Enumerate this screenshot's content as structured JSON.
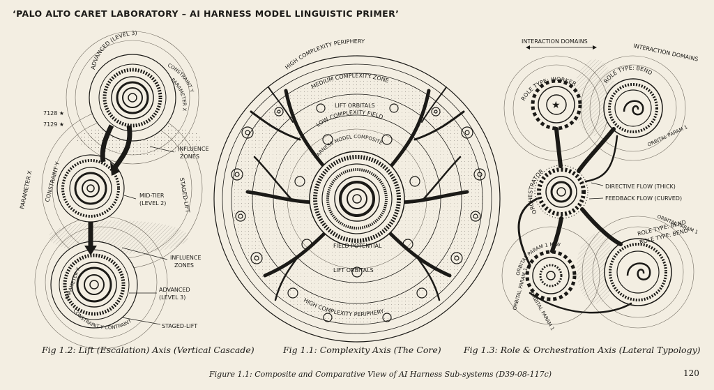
{
  "page": {
    "title": "‘PALO ALTO CARET LABORATORY – AI HARNESS MODEL LINGUISTIC PRIMER’",
    "composite_caption": "Figure 1.1: Composite and Comparative View of AI Harness Sub-systems (D39-08-117c)",
    "page_number": "120"
  },
  "fig_left": {
    "caption": "Fig 1.2: Lift (Escalation) Axis (Vertical Cascade)",
    "labels": {
      "advanced_top": "ADVANCED (LEVEL 3)",
      "constraint_top": "CONSTRAINT Y",
      "parameter_top": "PARAMETER X",
      "marker_1": "7128 ★",
      "marker_2": "7129 ★",
      "influence_zones_1": "INFLUENCE",
      "influence_zones_1b": "ZONES",
      "parameter_side": "PARAMETER X",
      "constraint_side": "CONSTRAINT Y",
      "staged_lift_side": "STAGED-LIFT",
      "mid_tier_1": "MID-TIER",
      "mid_tier_2": "(LEVEL 2)",
      "influence_zones_2": "INFLUENCE",
      "influence_zones_2b": "ZONES",
      "advanced_bottom_1": "ADVANCED",
      "advanced_bottom_2": "(LEVEL 3)",
      "parameter_bottom": "PARAMETER X",
      "constraint_bottom": "CONSTRAINT Y CONTRAINT",
      "staged_lift_bottom": "STAGED-LIFT"
    }
  },
  "fig_center": {
    "caption": "Fig 1.1: Complexity Axis (The Core)",
    "labels": {
      "high_top": "HIGH COMPLEXITY PERIPHERY",
      "medium": "MEDIUM COMPLEXITY ZONE",
      "lift_top": "LIFT ORBITALS",
      "low": "LOW COMPLEXITY FIELD",
      "core": "HARNESS MODEL COMPOSITE",
      "field": "FIELD POTENTIAL",
      "lift_bottom": "LIFT ORBITALS",
      "high_bottom": "HIGH COMPLEXITY PERIPHERY"
    }
  },
  "fig_right": {
    "caption": "Fig 1.3: Role & Orchestration Axis (Lateral Typology)",
    "labels": {
      "domains_top": "INTERACTION DOMAINS",
      "domains_right": "INTERACTION DOMAINS",
      "worker": "ROLE TYPE: WORKER",
      "bend_top": "ROLE TYPE: BEND",
      "orbital_1": "ORBITAL PARAM 1",
      "orchestrator": "ORCHESTRATOR",
      "directive": "DIRECTIVE FLOW (THICK)",
      "feedback": "FEEDBACK FLOW (CURVED)",
      "orbital_2": "ORBITAL PARAM 1",
      "bend_bottom_1": "ROLE TYPE: BEND",
      "bend_bottom_2": "ROLE TYPE: BEND",
      "orbital_3": "ORBITAL PARAM 1",
      "orbital_4": "ORBITAL PARAM 1",
      "mirrored": "ORBITAL PARAM 1 MIW"
    }
  }
}
